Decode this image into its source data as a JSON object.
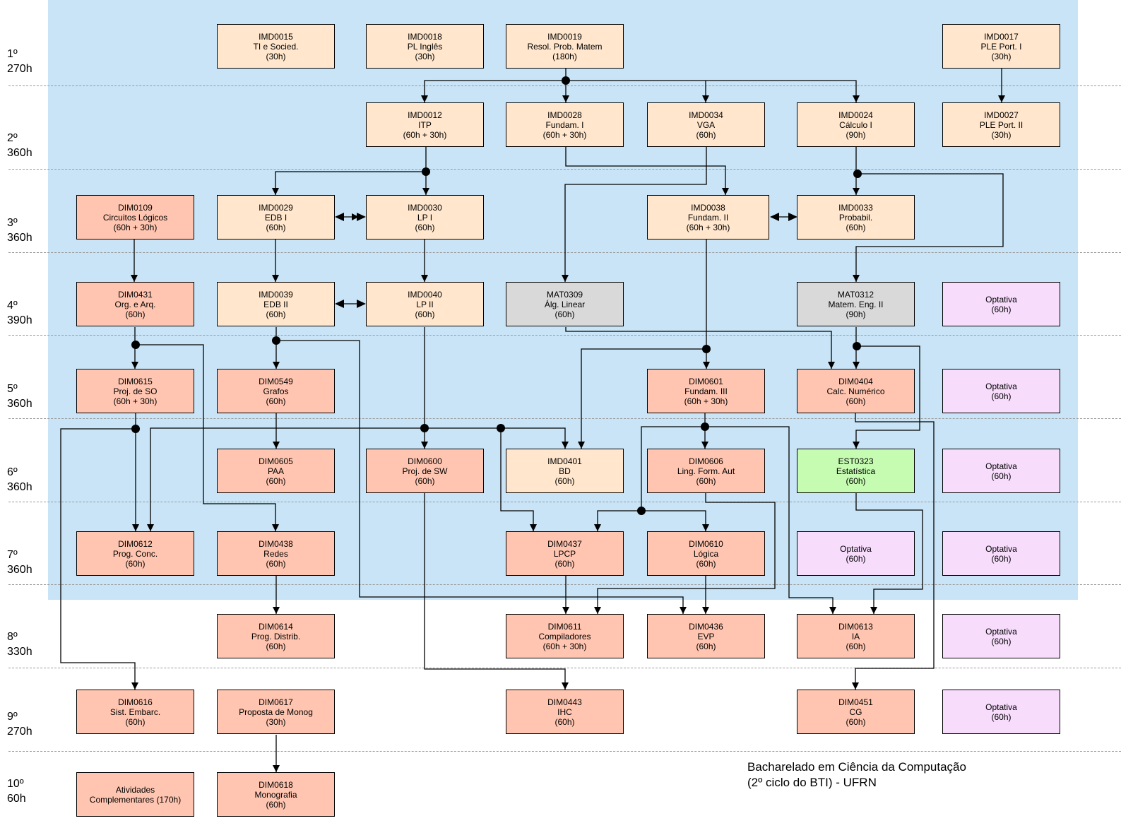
{
  "caption": {
    "line1": "Bacharelado em Ciência da Computação",
    "line2": "(2º ciclo do BTI) - UFRN"
  },
  "semesters": [
    {
      "label": "1º",
      "hours": "270h"
    },
    {
      "label": "2º",
      "hours": "360h"
    },
    {
      "label": "3º",
      "hours": "360h"
    },
    {
      "label": "4º",
      "hours": "390h"
    },
    {
      "label": "5º",
      "hours": "360h"
    },
    {
      "label": "6º",
      "hours": "360h"
    },
    {
      "label": "7º",
      "hours": "360h"
    },
    {
      "label": "8º",
      "hours": "330h"
    },
    {
      "label": "9º",
      "hours": "270h"
    },
    {
      "label": "10º",
      "hours": "60h"
    }
  ],
  "colors": {
    "imd": "#ffe6cc",
    "dim": "#ffc5b0",
    "mat": "#d9d9d9",
    "est": "#c6fcb2",
    "optativa": "#f7dcfc",
    "background_band": "#c9e4f6"
  },
  "courses": [
    {
      "id": "IMD0015",
      "code": "IMD0015",
      "name": "TI e Socied.",
      "hours": "(30h)",
      "type": "imd",
      "semester": 1
    },
    {
      "id": "IMD0018",
      "code": "IMD0018",
      "name": "PL Inglês",
      "hours": "(30h)",
      "type": "imd",
      "semester": 1
    },
    {
      "id": "IMD0019",
      "code": "IMD0019",
      "name": "Resol. Prob. Matem",
      "hours": "(180h)",
      "type": "imd",
      "semester": 1
    },
    {
      "id": "IMD0017",
      "code": "IMD0017",
      "name": "PLE Port. I",
      "hours": "(30h)",
      "type": "imd",
      "semester": 1
    },
    {
      "id": "IMD0012",
      "code": "IMD0012",
      "name": "ITP",
      "hours": "(60h + 30h)",
      "type": "imd",
      "semester": 2
    },
    {
      "id": "IMD0028",
      "code": "IMD0028",
      "name": "Fundam. I",
      "hours": "(60h + 30h)",
      "type": "imd",
      "semester": 2
    },
    {
      "id": "IMD0034",
      "code": "IMD0034",
      "name": "VGA",
      "hours": "(60h)",
      "type": "imd",
      "semester": 2
    },
    {
      "id": "IMD0024",
      "code": "IMD0024",
      "name": "Cálculo I",
      "hours": "(90h)",
      "type": "imd",
      "semester": 2
    },
    {
      "id": "IMD0027",
      "code": "IMD0027",
      "name": "PLE Port. II",
      "hours": "(30h)",
      "type": "imd",
      "semester": 2
    },
    {
      "id": "DIM0109",
      "code": "DIM0109",
      "name": "Circuitos Lógicos",
      "hours": "(60h + 30h)",
      "type": "dim",
      "semester": 3
    },
    {
      "id": "IMD0029",
      "code": "IMD0029",
      "name": "EDB I",
      "hours": "(60h)",
      "type": "imd",
      "semester": 3
    },
    {
      "id": "IMD0030",
      "code": "IMD0030",
      "name": "LP I",
      "hours": "(60h)",
      "type": "imd",
      "semester": 3
    },
    {
      "id": "IMD0038",
      "code": "IMD0038",
      "name": "Fundam. II",
      "hours": "(60h + 30h)",
      "type": "imd",
      "semester": 3
    },
    {
      "id": "IMD0033",
      "code": "IMD0033",
      "name": "Probabil.",
      "hours": "(60h)",
      "type": "imd",
      "semester": 3
    },
    {
      "id": "DIM0431",
      "code": "DIM0431",
      "name": "Org. e Arq.",
      "hours": "(60h)",
      "type": "dim",
      "semester": 4
    },
    {
      "id": "IMD0039",
      "code": "IMD0039",
      "name": "EDB II",
      "hours": "(60h)",
      "type": "imd",
      "semester": 4
    },
    {
      "id": "IMD0040",
      "code": "IMD0040",
      "name": "LP II",
      "hours": "(60h)",
      "type": "imd",
      "semester": 4
    },
    {
      "id": "MAT0309",
      "code": "MAT0309",
      "name": "Álg. Linear",
      "hours": "(60h)",
      "type": "mat",
      "semester": 4
    },
    {
      "id": "MAT0312",
      "code": "MAT0312",
      "name": "Matem. Eng. II",
      "hours": "(90h)",
      "type": "mat",
      "semester": 4
    },
    {
      "id": "OPT4",
      "code": "",
      "name": "Optativa",
      "hours": "(60h)",
      "type": "opt",
      "semester": 4
    },
    {
      "id": "DIM0615",
      "code": "DIM0615",
      "name": "Proj. de SO",
      "hours": "(60h + 30h)",
      "type": "dim",
      "semester": 5
    },
    {
      "id": "DIM0549",
      "code": "DIM0549",
      "name": "Grafos",
      "hours": "(60h)",
      "type": "dim",
      "semester": 5
    },
    {
      "id": "DIM0601",
      "code": "DIM0601",
      "name": "Fundam. III",
      "hours": "(60h + 30h)",
      "type": "dim",
      "semester": 5
    },
    {
      "id": "DIM0404",
      "code": "DIM0404",
      "name": "Calc. Numérico",
      "hours": "(60h)",
      "type": "dim",
      "semester": 5
    },
    {
      "id": "OPT5",
      "code": "",
      "name": "Optativa",
      "hours": "(60h)",
      "type": "opt",
      "semester": 5
    },
    {
      "id": "DIM0605",
      "code": "DIM0605",
      "name": "PAA",
      "hours": "(60h)",
      "type": "dim",
      "semester": 6
    },
    {
      "id": "DIM0600",
      "code": "DIM0600",
      "name": "Proj. de SW",
      "hours": "(60h)",
      "type": "dim",
      "semester": 6
    },
    {
      "id": "IMD0401",
      "code": "IMD0401",
      "name": "BD",
      "hours": "(60h)",
      "type": "imd",
      "semester": 6
    },
    {
      "id": "DIM0606",
      "code": "DIM0606",
      "name": "Ling. Form. Aut",
      "hours": "(60h)",
      "type": "dim",
      "semester": 6
    },
    {
      "id": "EST0323",
      "code": "EST0323",
      "name": "Estatística",
      "hours": "(60h)",
      "type": "est",
      "semester": 6
    },
    {
      "id": "OPT6",
      "code": "",
      "name": "Optativa",
      "hours": "(60h)",
      "type": "opt",
      "semester": 6
    },
    {
      "id": "DIM0612",
      "code": "DIM0612",
      "name": "Prog. Conc.",
      "hours": "(60h)",
      "type": "dim",
      "semester": 7
    },
    {
      "id": "DIM0438",
      "code": "DIM0438",
      "name": "Redes",
      "hours": "(60h)",
      "type": "dim",
      "semester": 7
    },
    {
      "id": "DIM0437",
      "code": "DIM0437",
      "name": "LPCP",
      "hours": "(60h)",
      "type": "dim",
      "semester": 7
    },
    {
      "id": "DIM0610",
      "code": "DIM0610",
      "name": "Lógica",
      "hours": "(60h)",
      "type": "dim",
      "semester": 7
    },
    {
      "id": "OPT7A",
      "code": "",
      "name": "Optativa",
      "hours": "(60h)",
      "type": "opt",
      "semester": 7
    },
    {
      "id": "OPT7B",
      "code": "",
      "name": "Optativa",
      "hours": "(60h)",
      "type": "opt",
      "semester": 7
    },
    {
      "id": "DIM0614",
      "code": "DIM0614",
      "name": "Prog. Distrib.",
      "hours": "(60h)",
      "type": "dim",
      "semester": 8
    },
    {
      "id": "DIM0611",
      "code": "DIM0611",
      "name": "Compiladores",
      "hours": "(60h + 30h)",
      "type": "dim",
      "semester": 8
    },
    {
      "id": "DIM0436",
      "code": "DIM0436",
      "name": "EVP",
      "hours": "(60h)",
      "type": "dim",
      "semester": 8
    },
    {
      "id": "DIM0613",
      "code": "DIM0613",
      "name": "IA",
      "hours": "(60h)",
      "type": "dim",
      "semester": 8
    },
    {
      "id": "OPT8",
      "code": "",
      "name": "Optativa",
      "hours": "(60h)",
      "type": "opt",
      "semester": 8
    },
    {
      "id": "DIM0616",
      "code": "DIM0616",
      "name": "Sist. Embarc.",
      "hours": "(60h)",
      "type": "dim",
      "semester": 9
    },
    {
      "id": "DIM0617",
      "code": "DIM0617",
      "name": "Proposta de Monog",
      "hours": "(30h)",
      "type": "dim",
      "semester": 9
    },
    {
      "id": "DIM0443",
      "code": "DIM0443",
      "name": "IHC",
      "hours": "(60h)",
      "type": "dim",
      "semester": 9
    },
    {
      "id": "DIM0451",
      "code": "DIM0451",
      "name": "CG",
      "hours": "(60h)",
      "type": "dim",
      "semester": 9
    },
    {
      "id": "OPT9",
      "code": "",
      "name": "Optativa",
      "hours": "(60h)",
      "type": "opt",
      "semester": 9
    },
    {
      "id": "ATIV",
      "code": "",
      "name": "Atividades",
      "hours": "Complementares (170h)",
      "type": "dim",
      "semester": 10
    },
    {
      "id": "DIM0618",
      "code": "DIM0618",
      "name": "Monografia",
      "hours": "(60h)",
      "type": "dim",
      "semester": 10
    }
  ],
  "prerequisites": [
    [
      "IMD0019",
      "IMD0012"
    ],
    [
      "IMD0019",
      "IMD0028"
    ],
    [
      "IMD0019",
      "IMD0034"
    ],
    [
      "IMD0019",
      "IMD0024"
    ],
    [
      "IMD0017",
      "IMD0027"
    ],
    [
      "IMD0012",
      "IMD0029"
    ],
    [
      "IMD0012",
      "IMD0030"
    ],
    [
      "IMD0028",
      "IMD0038"
    ],
    [
      "IMD0034",
      "MAT0309"
    ],
    [
      "IMD0024",
      "IMD0033"
    ],
    [
      "IMD0024",
      "MAT0312"
    ],
    [
      "DIM0109",
      "DIM0431"
    ],
    [
      "IMD0029",
      "IMD0039"
    ],
    [
      "IMD0030",
      "IMD0040"
    ],
    [
      "DIM0431",
      "DIM0615"
    ],
    [
      "DIM0431",
      "DIM0438"
    ],
    [
      "IMD0039",
      "DIM0549"
    ],
    [
      "IMD0039",
      "DIM0436"
    ],
    [
      "IMD0038",
      "DIM0601"
    ],
    [
      "IMD0038",
      "IMD0401"
    ],
    [
      "MAT0309",
      "DIM0404"
    ],
    [
      "MAT0312",
      "DIM0404"
    ],
    [
      "MAT0312",
      "EST0323"
    ],
    [
      "DIM0615",
      "DIM0612"
    ],
    [
      "DIM0615",
      "DIM0616"
    ],
    [
      "DIM0549",
      "DIM0605"
    ],
    [
      "IMD0040",
      "DIM0600"
    ],
    [
      "IMD0040",
      "DIM0612"
    ],
    [
      "IMD0040",
      "IMD0401"
    ],
    [
      "IMD0040",
      "DIM0437"
    ],
    [
      "DIM0601",
      "DIM0606"
    ],
    [
      "DIM0601",
      "DIM0437"
    ],
    [
      "DIM0601",
      "DIM0610"
    ],
    [
      "DIM0601",
      "DIM0613"
    ],
    [
      "DIM0404",
      "DIM0451"
    ],
    [
      "DIM0606",
      "DIM0611"
    ],
    [
      "EST0323",
      "DIM0613"
    ],
    [
      "DIM0600",
      "DIM0443"
    ],
    [
      "DIM0438",
      "DIM0614"
    ],
    [
      "DIM0437",
      "DIM0611"
    ],
    [
      "DIM0610",
      "DIM0436"
    ],
    [
      "DIM0617",
      "DIM0618"
    ]
  ],
  "corequisites": [
    [
      "IMD0029",
      "IMD0030"
    ],
    [
      "IMD0039",
      "IMD0040"
    ],
    [
      "IMD0038",
      "IMD0033"
    ]
  ]
}
